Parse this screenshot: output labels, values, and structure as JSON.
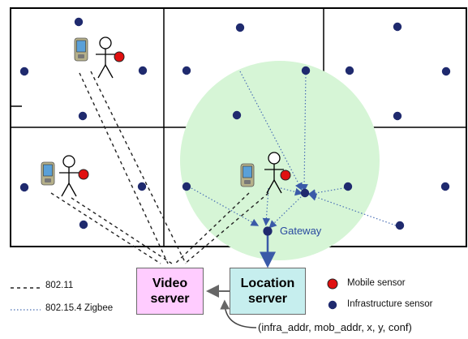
{
  "labels": {
    "video_server": "Video\nserver",
    "location_server": "Location\nserver",
    "gateway": "Gateway",
    "tuple": "(infra_addr, mob_addr, x, y, conf)"
  },
  "legend": {
    "wifi": "802.11",
    "zigbee": "802.15.4 Zigbee",
    "mobile_sensor": "Mobile sensor",
    "infrastructure_sensor": "Infrastructure sensor"
  },
  "colors": {
    "infrastructure_sensor": "#1f2a6e",
    "mobile_sensor": "#e01010",
    "coverage_area": "#d6f5d6",
    "video_server_fill": "#ffccff",
    "location_server_fill": "#c6eeee",
    "zigbee_link": "#4a6fb5",
    "gateway_uplink": "#3a5aa8"
  },
  "icons": [
    "pda-icon",
    "person-icon",
    "mobile-sensor-icon"
  ]
}
